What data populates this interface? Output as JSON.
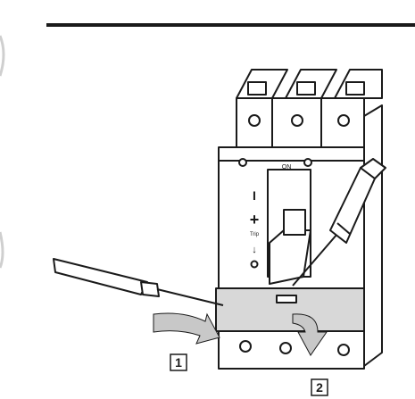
{
  "figure": {
    "on_label": "ON",
    "symbol_on": "I",
    "symbol_trip_mark": "+",
    "trip_label": "Trip",
    "symbol_off_arrow": "↓",
    "step_1": "1",
    "step_2": "2",
    "colors": {
      "line": "#1a1a1a",
      "cover_fill": "#d8d8d8",
      "body_fill": "#ffffff",
      "arrow_fill": "#c8c8c8"
    }
  }
}
